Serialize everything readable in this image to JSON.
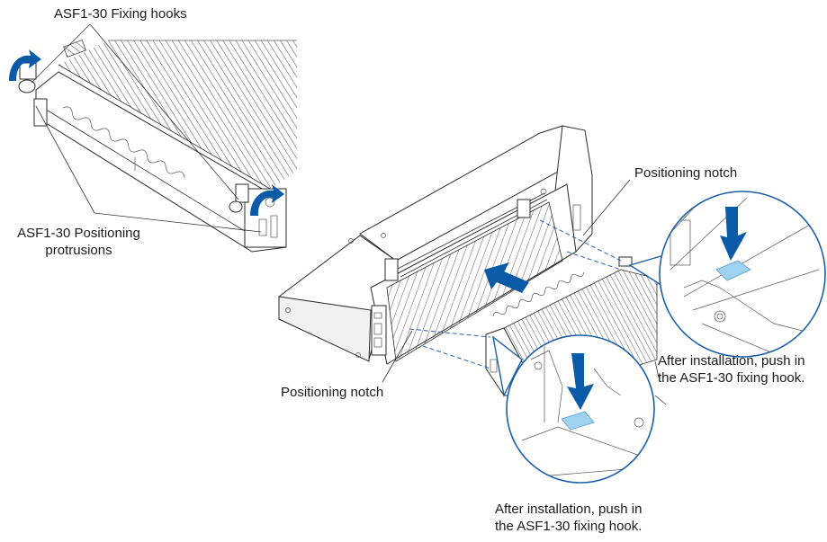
{
  "figure": {
    "title": "ASF1-30 installation onto cutting plotter",
    "colors": {
      "arrow_blue": "#0a5aa8",
      "callout_circle": "#1a5fa8",
      "pad_light_blue": "#9fd2f0",
      "alignment_dashes": "#2b62b8",
      "line_art": "#2a2a2a"
    }
  },
  "labels": {
    "fixing_hooks": "ASF1-30 Fixing hooks",
    "positioning_protrusions_line1": "ASF1-30 Positioning",
    "positioning_protrusions_line2": "protrusions",
    "positioning_notch_right": "Positioning notch",
    "positioning_notch_left": "Positioning notch",
    "callout_right_line1": "After installation, push in",
    "callout_right_line2": "the ASF1-30 fixing hook.",
    "callout_bottom_line1": "After installation, push in",
    "callout_bottom_line2": "the ASF1-30 fixing hook."
  },
  "icons": {
    "rotate_arrow": "curved-arrow-up-right",
    "insert_arrow": "arrow-up-left",
    "push_arrow": "arrow-down"
  }
}
